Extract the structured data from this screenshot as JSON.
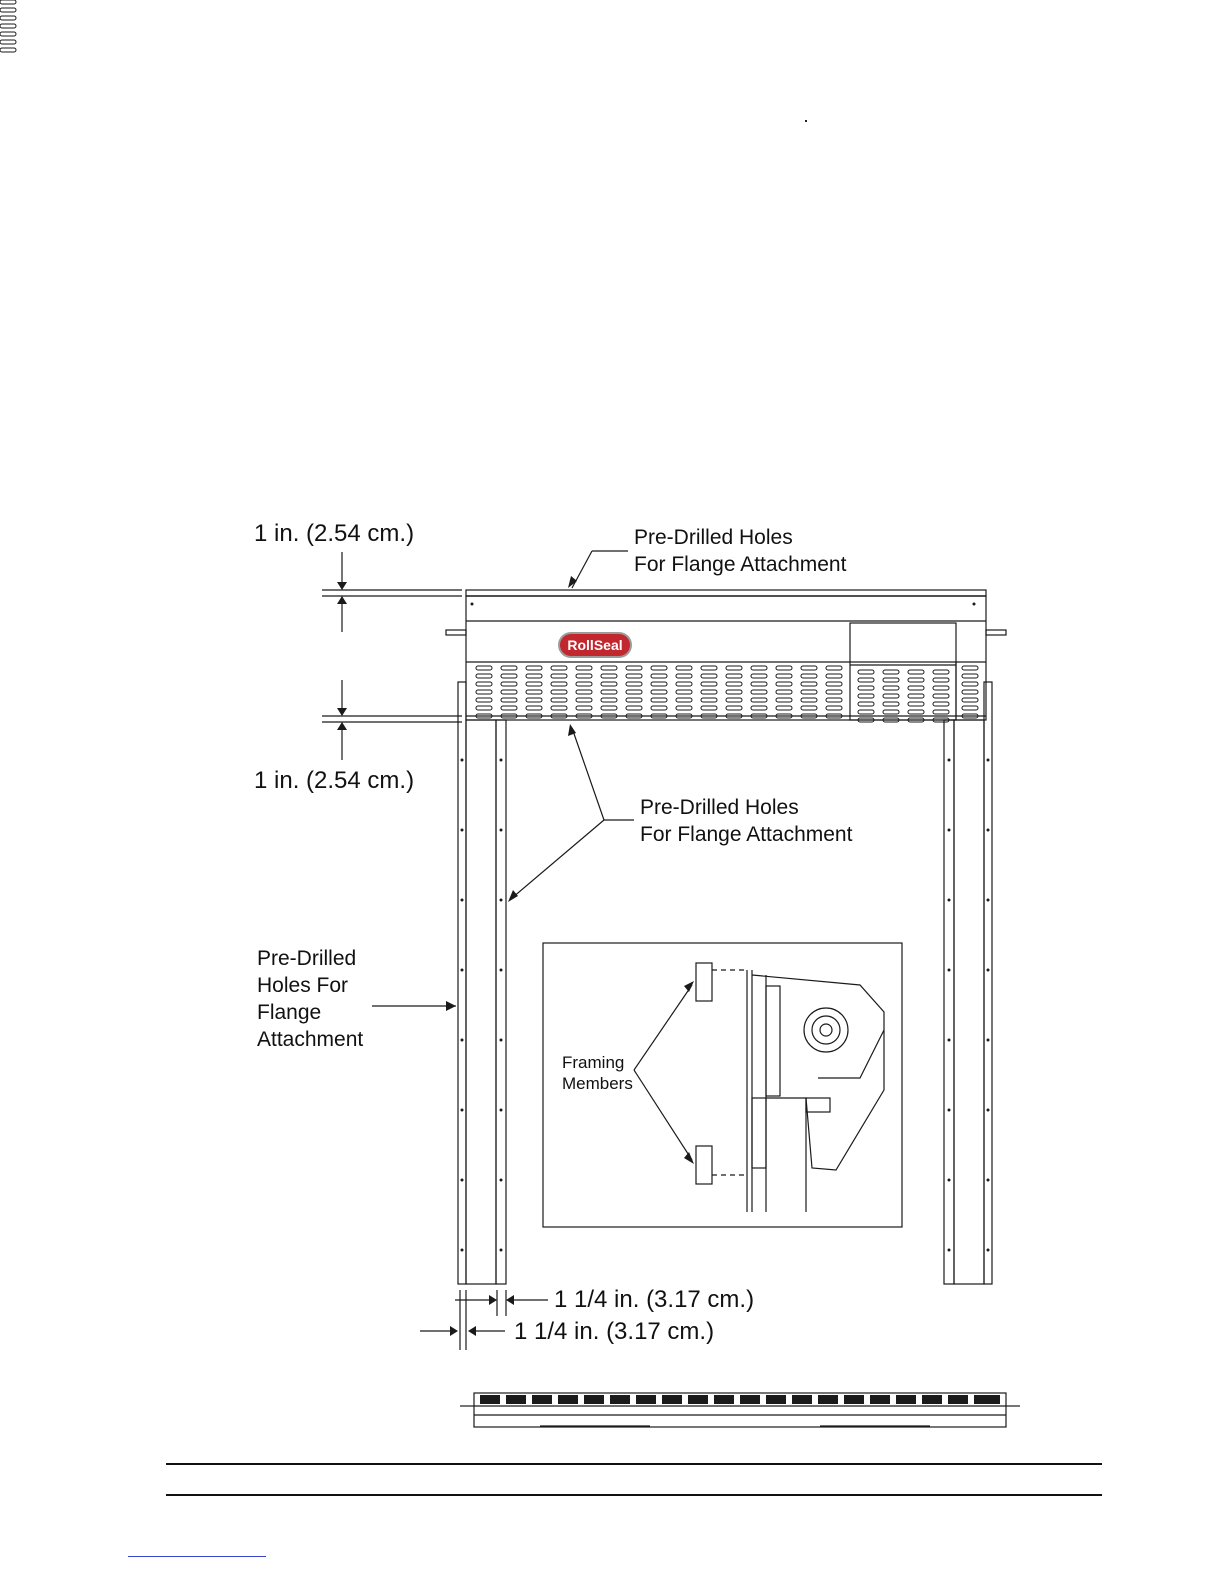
{
  "labels": {
    "dim_top": "1 in. (2.54 cm.)",
    "dim_bottom": "1 in. (2.54 cm.)",
    "holes_top_line1": "Pre-Drilled Holes",
    "holes_top_line2": "For Flange Attachment",
    "holes_mid_line1": "Pre-Drilled Holes",
    "holes_mid_line2": "For Flange Attachment",
    "holes_left_line1": "Pre-Drilled",
    "holes_left_line2": "Holes For",
    "holes_left_line3": "Flange",
    "holes_left_line4": "Attachment",
    "framing_line1": "Framing",
    "framing_line2": "Members",
    "dim_side_1": "1 1/4 in. (3.17 cm.)",
    "dim_side_2": "1 1/4 in. (3.17 cm.)",
    "logo": "RollSeal"
  },
  "colors": {
    "line": "#1a1a1a",
    "logo_red": "#c2272d",
    "link_blue": "#3a44c8"
  }
}
